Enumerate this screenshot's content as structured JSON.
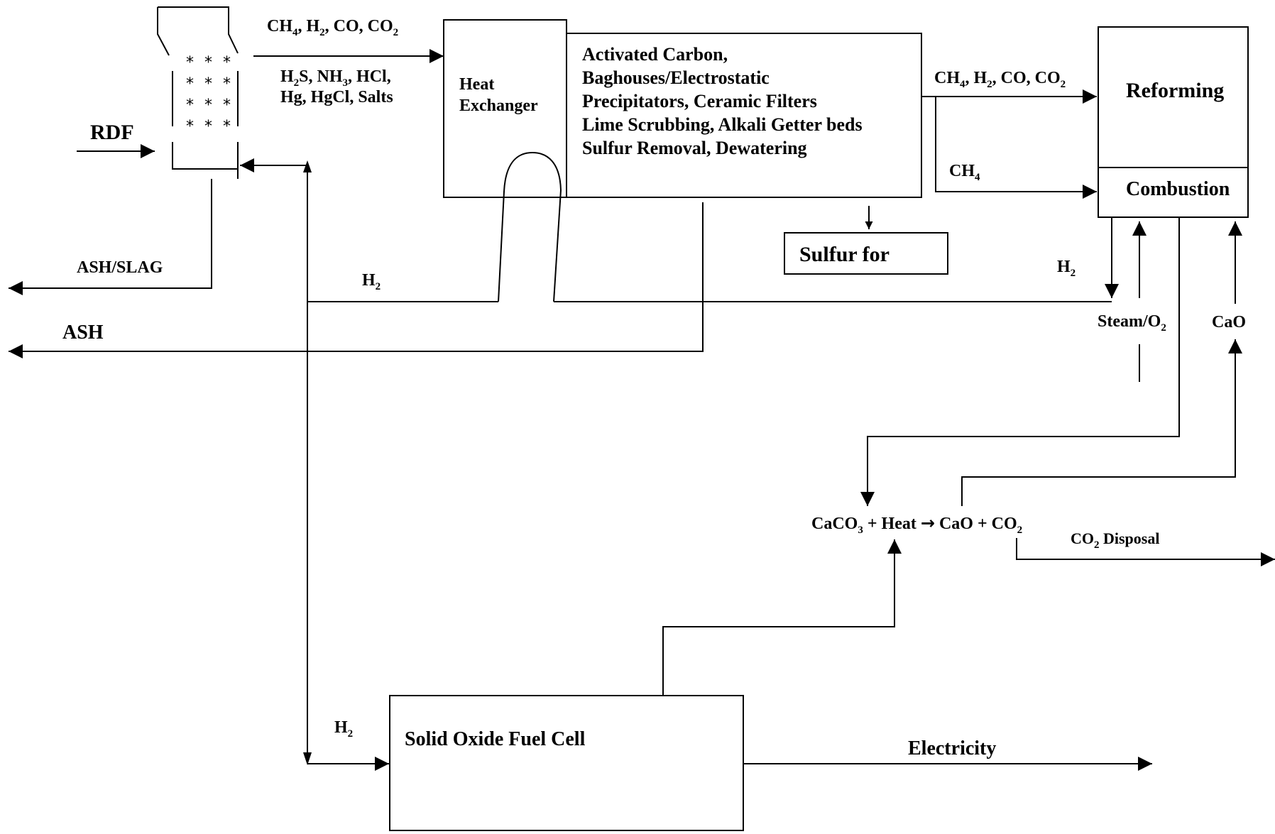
{
  "nodes": {
    "gasifier_feed": "RDF",
    "heat_exchanger": [
      "Heat",
      "Exchanger"
    ],
    "cleanup": [
      "Activated Carbon,",
      "Baghouses/Electrostatic",
      "Precipitators, Ceramic Filters",
      "Lime Scrubbing, Alkali Getter beds",
      "Sulfur Removal, Dewatering"
    ],
    "sulfur": "Sulfur for",
    "reforming": "Reforming",
    "combustion": "Combustion",
    "sofc": "Solid Oxide Fuel Cell"
  },
  "labels": {
    "raw_gas_1": [
      "CH",
      "4",
      ", H",
      "2",
      ", CO, CO",
      "2"
    ],
    "raw_gas_2a": [
      "H",
      "2",
      "S, NH",
      "3",
      ", HCl,"
    ],
    "raw_gas_2b": "Hg, HgCl, Salts",
    "clean_gas": [
      "CH",
      "4",
      ", H",
      "2",
      ", CO, CO",
      "2"
    ],
    "ch4": [
      "CH",
      "4"
    ],
    "h2": [
      "H",
      "2"
    ],
    "ash_slag": "ASH/SLAG",
    "ash": "ASH",
    "steam_o2": [
      "Steam/O",
      "2"
    ],
    "cao": "CaO",
    "reaction": [
      "CaCO",
      "3",
      " + Heat ",
      "→",
      " CaO + CO",
      "2"
    ],
    "co2_disposal": [
      "CO",
      "2",
      " Disposal"
    ],
    "electricity": "Electricity"
  },
  "stars": "* * *"
}
